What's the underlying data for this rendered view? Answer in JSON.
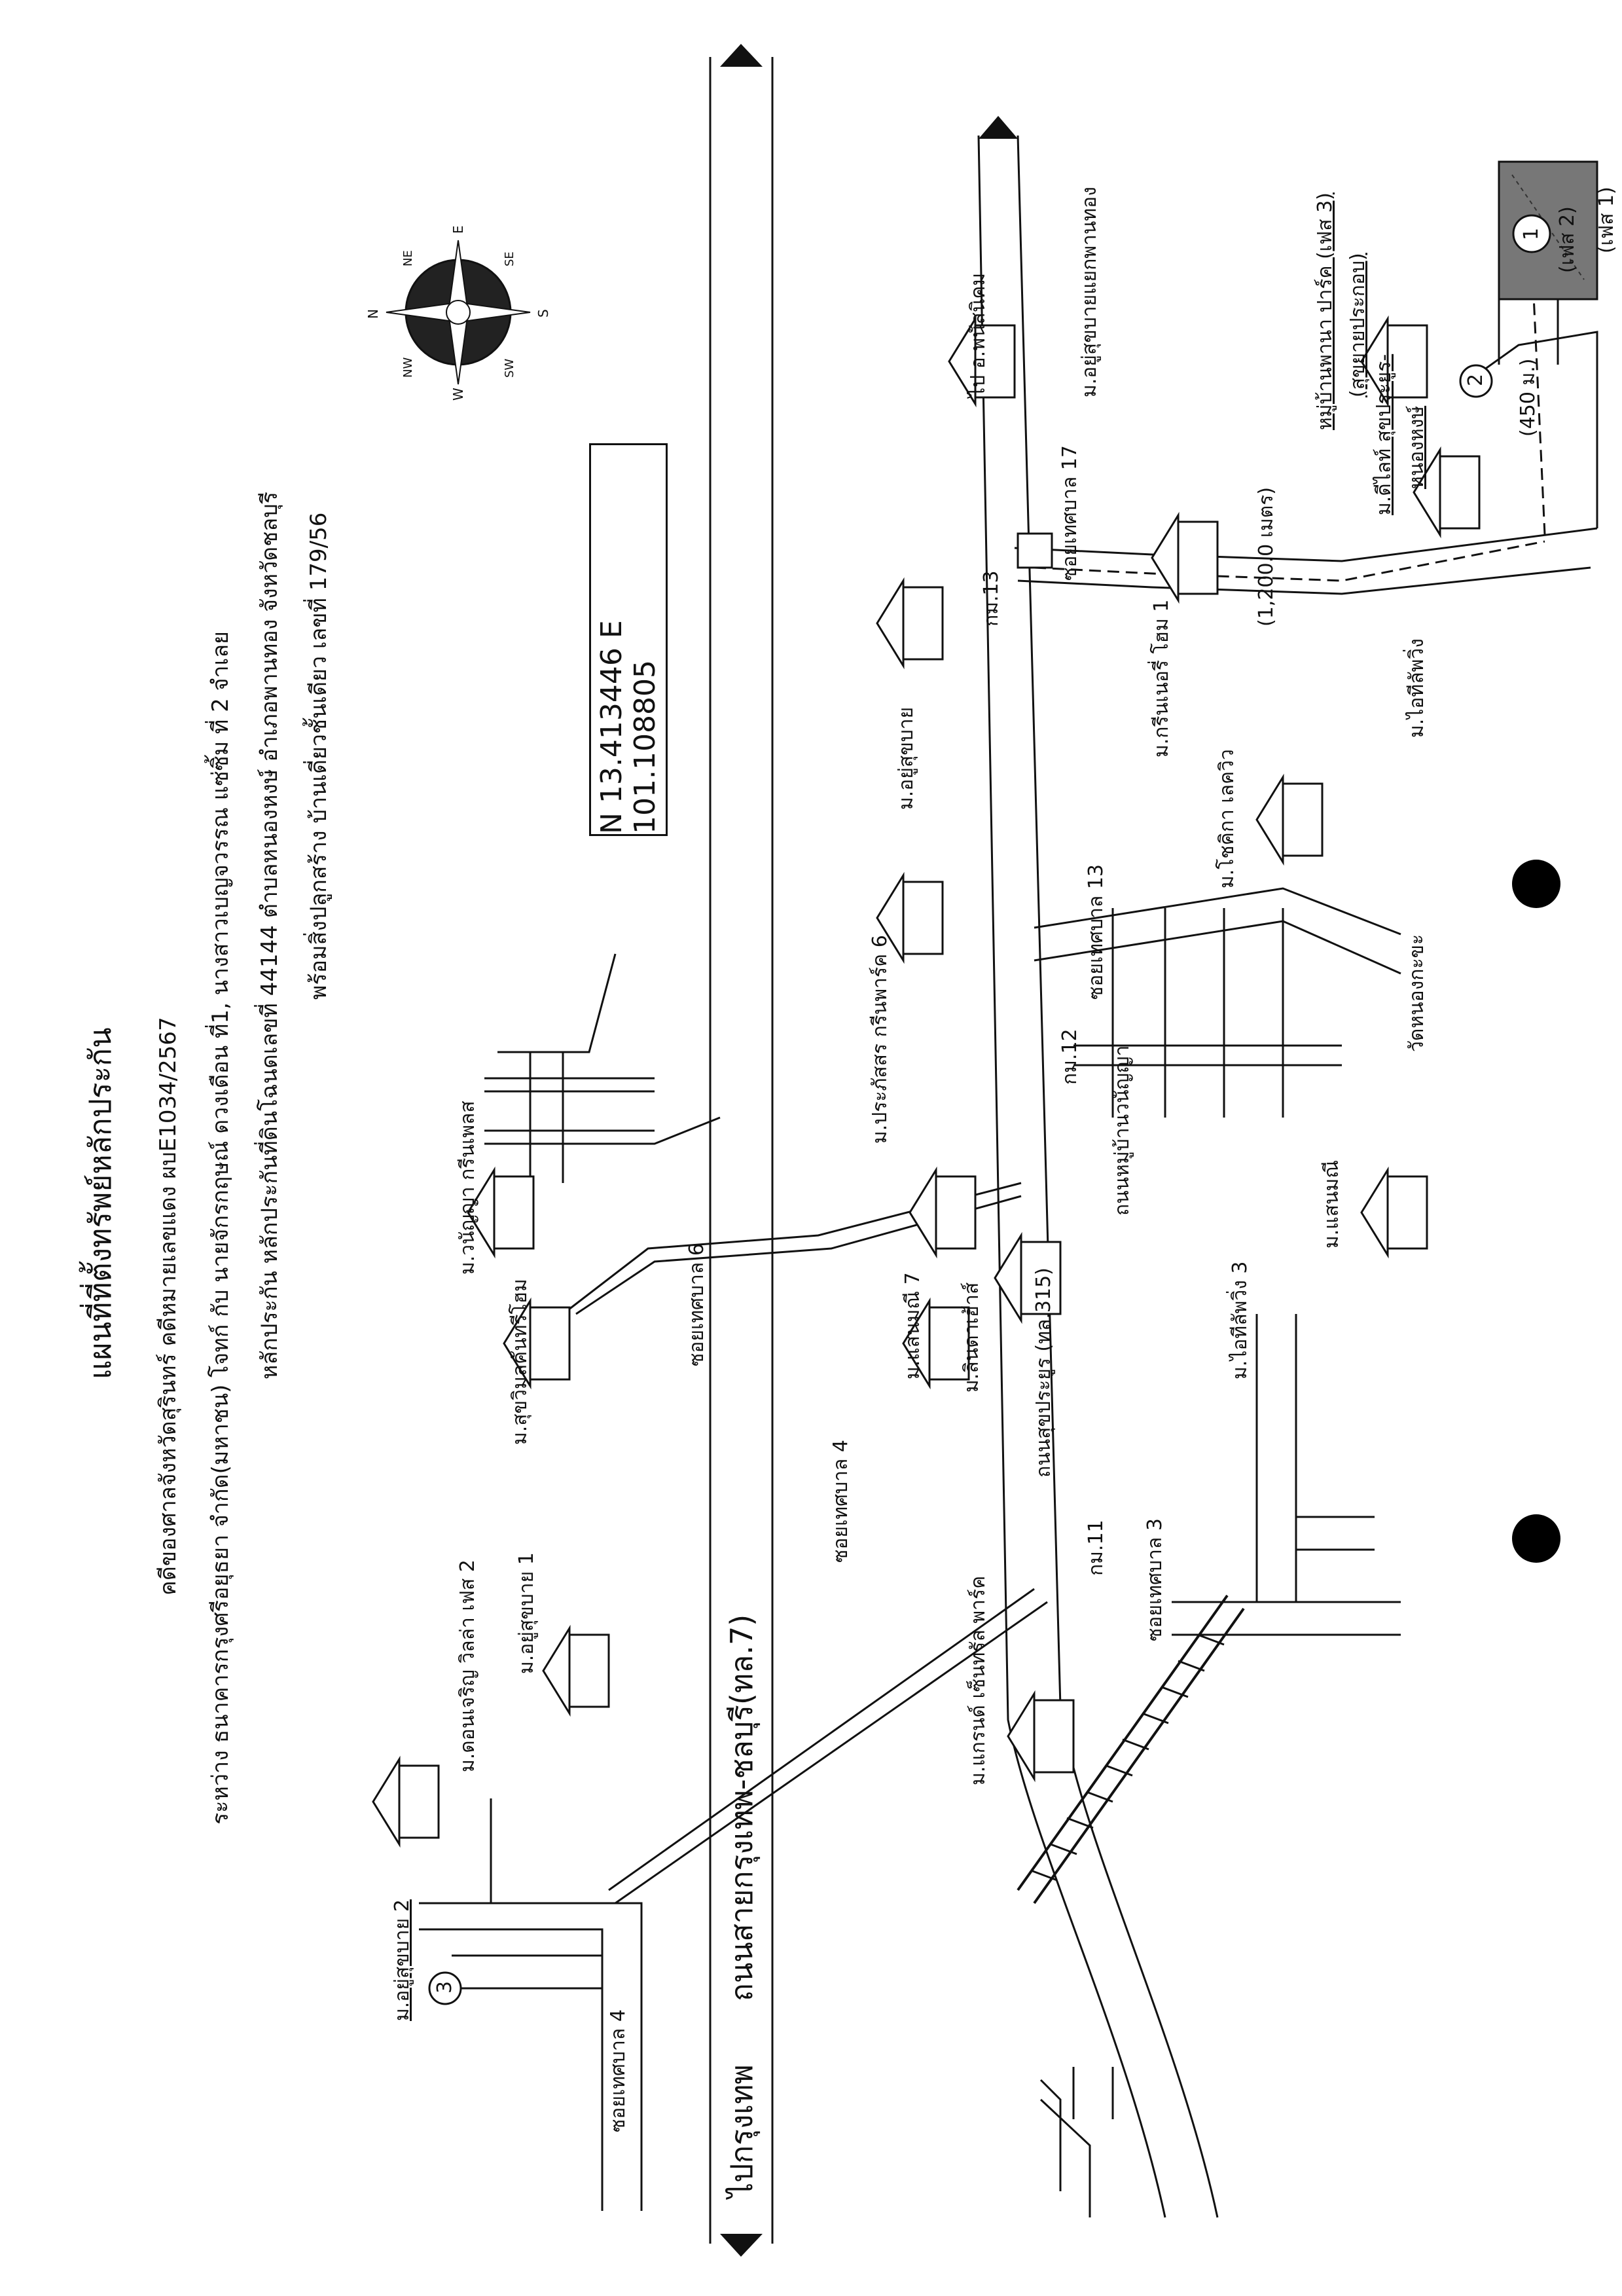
{
  "header": {
    "title": "แผนที่ที่ตั้งทรัพย์หลักประกัน",
    "court_line": "คดีของศาลจังหวัดสุรินทร์  คดีหมายเลขแดง ผบE1034/2567",
    "parties_line": "ระหว่าง  ธนาคารกรุงศรีอยุธยา จำกัด(มหาชน)  โจทก์  กับ นายจักรกฤษณ์  ดวงเดือน  ที่1,  นางสาวเบญจวรรณ  แซ่ซิ้ม  ที่ 2  จำเลย",
    "collateral_line": "หลักประกัน หลักประกันที่ดินโฉนดเลขที่  44144  ตำบลหนองหงษ์  อำเภอพานทอง  จังหวัดชลบุรี",
    "building_line": "พร้อมสิ่งปลูกสร้าง  บ้านเดี่ยวชั้นเดียว  เลขที่  179/56"
  },
  "coordinates": "N 13.413446  E 101.108805",
  "labels": {
    "to_bangkok": "ไปกรุงเทพ",
    "main_road": "ถนนสายกรุงเทพ-ชลบุรี(ทล.7)",
    "to_phanat": "ไป อ.พนัสนิคม",
    "prachayut_road": "ถนนสุขประยูร (ทล.315)",
    "nong_khaem_road": "ถนนหมู่บ้านวนัญญา",
    "km11": "กม.11",
    "km12": "กม.12",
    "km13": "กม.13",
    "soi4": "ซอยเทศบาล 4",
    "soi4b": "ซอยเทศบาล 4",
    "soi6": "ซอยเทศบาล 6",
    "soi3": "ซอยเทศบาล 3",
    "soi13": "ซอยเทศบาล 13",
    "soi17": "ซอยเทศบาล 17",
    "dist_1200": "(1,200.0 เมตร)",
    "dist_450": "(450 ม.)",
    "phase1": "(เฟส 1)",
    "phase2": "(เฟส 2)",
    "phase3_label": "หมู่บ้านพานา ปาร์ค (เฟส 3)",
    "phase3_sub": "(สุขยายประกอบ)",
    "delight": "ม.ดีไลท์ สุขประยูร-",
    "delight2": "หนองหงษ์",
    "m_ausukbai": "ม.อยู่สุขบาย",
    "m_ausukbai1": "ม.อยู่สุขบาย 1",
    "m_ausukbai2": "ม.อยู่สุขบาย 2",
    "m_ausukbai_market": "ม.อยู่สุขบายแยกพานทอง",
    "m_donjaroen": "ม.ดอนเจริญ วิลล่า เฟส 2",
    "m_sukawin": "ม.สุขวิมลคันทรีโฮม",
    "m_wananya": "ม.วนัญญา กรีนเพลส",
    "m_prasat": "ม.ประภัสสร กรีนพาร์ค 6",
    "m_grand": "ม.แกรนด์ เซ็นทรัล พาร์ค",
    "m_saenmani7": "ม.แสนมณี 7",
    "m_linda": "ม.ลินดาเฮ้าส์",
    "m_saenmani": "ม.แสนมณี",
    "m_ithi3": "ม.ไอทีลัพวิ่ง 3",
    "m_chokchai": "ม.โชคิกา เลควิว",
    "m_grande_home1": "ม.กรีนเนอรี่ โฮม 1",
    "m_ithi": "ม.ไอทีลัพวิ่ง",
    "wat": "วัดหนองกะขะ",
    "circle1": "1",
    "circle2": "2",
    "circle3": "3"
  },
  "compass": [
    "N",
    "S",
    "E",
    "W",
    "NE",
    "NW",
    "SE",
    "SW"
  ]
}
